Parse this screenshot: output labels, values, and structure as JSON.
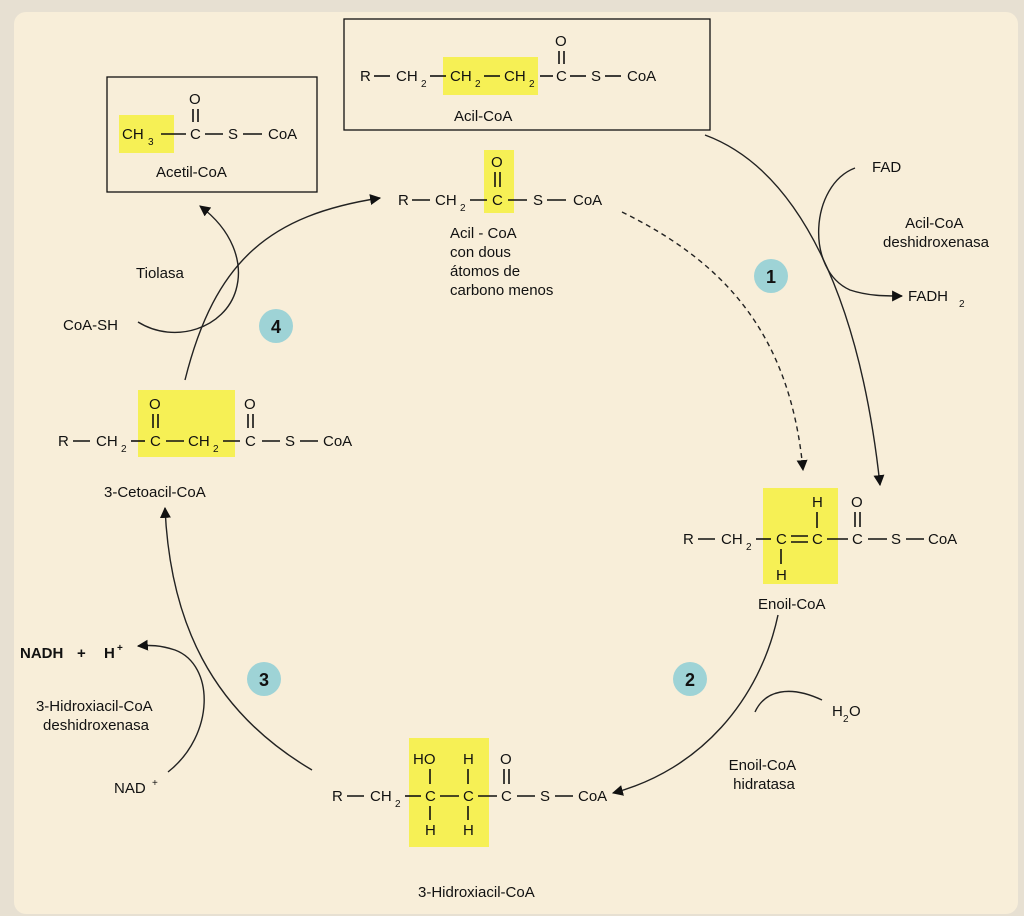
{
  "molecules": {
    "acyl_coa": {
      "name": "Acil-CoA",
      "r": "R",
      "ch": "CH",
      "sub2": "2",
      "c": "C",
      "o": "O",
      "s": "S",
      "coa": "CoA"
    },
    "acetyl_coa": {
      "name": "Acetil-CoA",
      "ch3": "CH",
      "sub3": "3",
      "c": "C",
      "o": "O",
      "s": "S",
      "coa": "CoA"
    },
    "shortened_acyl_coa": {
      "name_lines": [
        "Acil - CoA",
        "con dous",
        "átomos de",
        "carbono menos"
      ],
      "r": "R",
      "ch": "CH",
      "sub2": "2",
      "c": "C",
      "o": "O",
      "s": "S",
      "coa": "CoA"
    },
    "ketoacyl_coa": {
      "name": "3-Cetoacil-CoA",
      "r": "R",
      "ch": "CH",
      "sub2": "2",
      "c": "C",
      "o": "O",
      "s": "S",
      "coa": "CoA"
    },
    "enoyl_coa": {
      "name": "Enoil-CoA",
      "r": "R",
      "ch": "CH",
      "sub2": "2",
      "c": "C",
      "h": "H",
      "o": "O",
      "s": "S",
      "coa": "CoA"
    },
    "hydroxyacyl_coa": {
      "name": "3-Hidroxiacil-CoA",
      "r": "R",
      "ch": "CH",
      "sub2": "2",
      "c": "C",
      "h": "H",
      "ho": "HO",
      "o": "O",
      "s": "S",
      "coa": "CoA"
    }
  },
  "cofactors": {
    "fad": "FAD",
    "fadh2": "FADH",
    "fadh2_sub": "2",
    "h2o": "H",
    "h2o_sub": "2",
    "h2o_o": "O",
    "nad": "NAD",
    "nad_sup": "+",
    "nadh": "NADH",
    "plus": "+",
    "h_plus": "H",
    "h_plus_sup": "+",
    "coash": "CoA-SH"
  },
  "enzymes": {
    "acyl_dehydrogenase": [
      "Acil-CoA",
      "deshidroxenasa"
    ],
    "enoyl_hydratase": [
      "Enoil-CoA",
      "hidratasa"
    ],
    "hydroxyacyl_dehydrogenase": [
      "3-Hidroxiacil-CoA",
      "deshidroxenasa"
    ],
    "thiolase": "Tiolasa"
  },
  "steps": [
    "1",
    "2",
    "3",
    "4"
  ],
  "colors": {
    "highlight": "#f6f055",
    "step_badge": "#9ed3d6",
    "panel": "#f8eed9",
    "ink": "#111111"
  }
}
